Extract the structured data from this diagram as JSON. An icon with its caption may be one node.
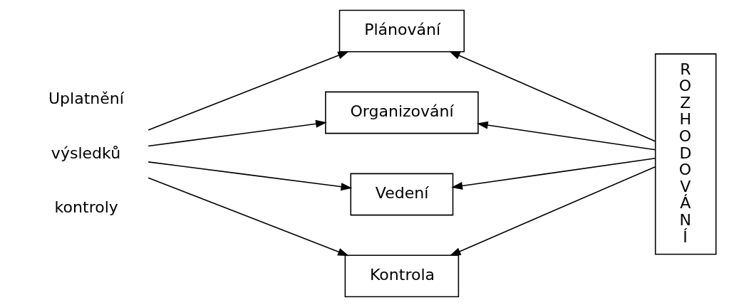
{
  "diagram": {
    "nodes": [
      {
        "text": [
          "Uplatnění výsledků kontroly"
        ]
      },
      {
        "text": [
          "Plánování"
        ]
      },
      {
        "text": [
          "Organizování"
        ]
      },
      {
        "text": [
          "Vedení"
        ]
      },
      {
        "text": [
          "Kontrola"
        ]
      },
      {
        "text": [
          "ROZHODOVÁNÍ"
        ]
      }
    ],
    "edges": [
      {
        "from": 0,
        "to": 1,
        "arrow": "to"
      },
      {
        "from": 0,
        "to": 2,
        "arrow": "to"
      },
      {
        "from": 0,
        "to": 3,
        "arrow": "to"
      },
      {
        "from": 0,
        "to": 4,
        "arrow": "to"
      },
      {
        "from": 5,
        "to": 1,
        "arrow": "to"
      },
      {
        "from": 5,
        "to": 2,
        "arrow": "to"
      },
      {
        "from": 5,
        "to": 3,
        "arrow": "to"
      },
      {
        "from": 5,
        "to": 4,
        "arrow": "to"
      }
    ]
  }
}
